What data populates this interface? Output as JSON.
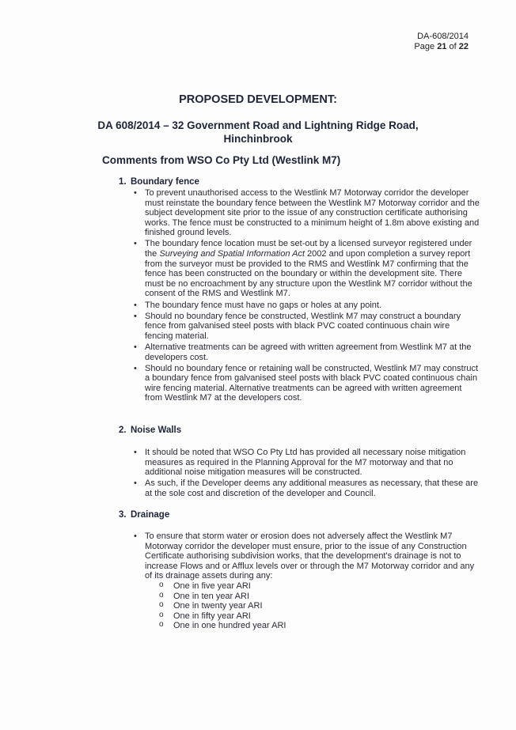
{
  "header": {
    "da_ref": "DA-608/2014",
    "page_label": "Page",
    "page_current": "21",
    "page_of": "of",
    "page_total": "22"
  },
  "title": "PROPOSED DEVELOPMENT:",
  "subtitle_line1": "DA 608/2014 – 32 Government Road and Lightning Ridge Road,",
  "subtitle_line2": "Hinchinbrook",
  "comments_heading": "Comments from WSO Co Pty Ltd (Westlink M7)",
  "sections": [
    {
      "num": "1.",
      "heading": "Boundary fence",
      "bullets": [
        "To prevent unauthorised access to the Westlink M7 Motorway corridor the developer must reinstate the boundary fence between the Westlink M7 Motorway corridor and the subject development site prior to the issue of any construction certificate authorising works. The fence must be constructed to a minimum height of 1.8m above existing and finished ground levels.",
        {
          "pre": "The boundary fence location must be set-out by a licensed surveyor registered under the ",
          "italic": "Surveying and Spatial Information Act",
          "post": " 2002 and upon completion a survey report from the surveyor must be provided to the RMS and Westlink M7 confirming that the fence has been constructed on the boundary or within the development site. There must be no encroachment by any structure upon the Westlink M7 corridor without the consent of the RMS and Westlink M7."
        },
        "The boundary fence must have no gaps or holes at any point.",
        "Should no boundary fence be constructed, Westlink M7 may construct a boundary fence from galvanised steel posts with black PVC coated continuous chain wire fencing material.",
        "Alternative treatments can be agreed with written agreement from Westlink M7 at the developers cost.",
        "Should no boundary fence or retaining wall be constructed, Westlink M7 may construct a boundary fence from galvanised steel posts with black PVC coated continuous chain wire fencing material. Alternative treatments can be agreed with written agreement from Westlink M7 at the developers cost."
      ]
    },
    {
      "num": "2.",
      "heading": "Noise Walls",
      "bullets": [
        "It should be noted that WSO Co Pty Ltd has provided all necessary noise mitigation measures as required in the Planning Approval for the M7 motorway and that no additional noise mitigation measures will be constructed.",
        "As such, if the Developer deems any additional measures as necessary, that these are at the sole cost and discretion of the developer and Council."
      ]
    },
    {
      "num": "3.",
      "heading": "Drainage",
      "bullets": [
        "To ensure that storm water or erosion does not adversely affect the Westlink M7 Motorway corridor the developer must ensure, prior to the issue of any Construction Certificate authorising subdivision works, that the development's drainage is not to increase Flows and or Afflux levels over or through the M7 Motorway corridor and any of its drainage assets during any:"
      ],
      "sub_items": [
        "One in five year ARI",
        "One in ten year ARI",
        "One in twenty year ARI",
        "One in fifty year ARI",
        "One in one hundred year ARI"
      ]
    }
  ]
}
